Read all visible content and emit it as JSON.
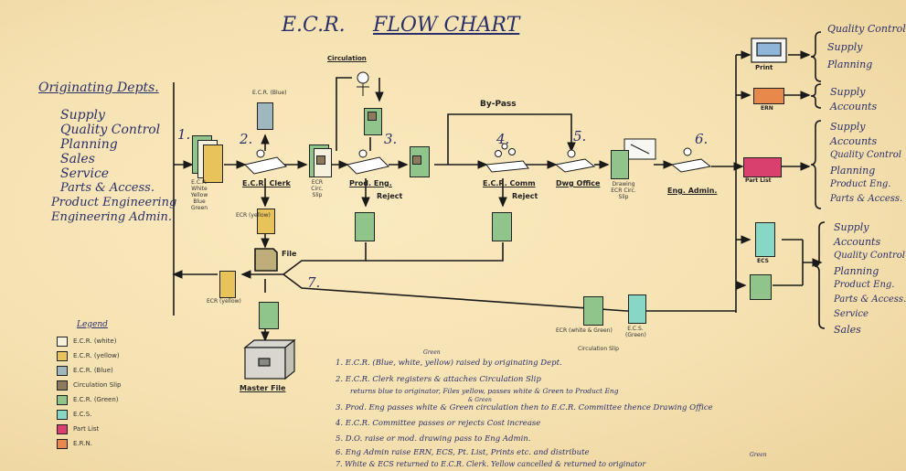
{
  "title": "E.C.R.",
  "title2": "FLOW CHART",
  "originating": {
    "heading": "Originating Depts.",
    "items": [
      "Supply",
      "Quality Control",
      "Planning",
      "Sales",
      "Service",
      "Parts & Access.",
      "Product Engineering",
      "Engineering Admin."
    ]
  },
  "steps": [
    "1.",
    "2.",
    "3.",
    "4.",
    "5.",
    "6.",
    "7."
  ],
  "nodes": {
    "ecr_clerk": "E.C.R. Clerk",
    "prod_eng": "Prod. Eng.",
    "ecr_comm": "E.C.R. Comm",
    "dwg_office": "Dwg Office",
    "eng_admin": "Eng. Admin.",
    "file": "File",
    "master_file": "Master File",
    "circulation": "Circulation",
    "bypass": "By-Pass",
    "reject1": "Reject",
    "reject2": "Reject",
    "print": "Print",
    "ern": "ERN",
    "part_list": "Part List",
    "ecs": "ECS"
  },
  "small_labels": {
    "ecr_blue": "E.C.R. (Blue)",
    "ecr_yellow": "ECR (yellow)",
    "ecr_wyg": "E.C.R. White Yellow Blue Green",
    "ecr_circ": "ECR Circ. Slip",
    "drawing_slip": "Drawing ECR Circ. Slip",
    "ecr_white_green": "ECR (white & Green)",
    "ecs_green": "E.C.S. (Green)",
    "ecr_yellow2": "ECR (yellow)",
    "circulation_slip": "Circulation Slip",
    "green_a": "Green",
    "green_b": "Green"
  },
  "outputs": [
    {
      "items": [
        "Quality Control",
        "Supply",
        "Planning"
      ]
    },
    {
      "items": [
        "Supply",
        "Accounts"
      ]
    },
    {
      "items": [
        "Supply",
        "Accounts",
        "Quality Control",
        "Planning",
        "Product Eng.",
        "Parts & Access."
      ]
    },
    {
      "items": [
        "Supply",
        "Accounts",
        "Quality Control",
        "Planning",
        "Product Eng.",
        "Parts & Access.",
        "Service",
        "Sales"
      ]
    }
  ],
  "legend": {
    "heading": "Legend",
    "items": [
      {
        "label": "E.C.R. (white)",
        "color": "#f6f1dc"
      },
      {
        "label": "E.C.R. (yellow)",
        "color": "#e8c35a"
      },
      {
        "label": "E.C.R. (Blue)",
        "color": "#9fb8c0"
      },
      {
        "label": "Circulation Slip",
        "color": "#8c7a5e"
      },
      {
        "label": "E.C.R. (Green)",
        "color": "#8fc48a"
      },
      {
        "label": "E.C.S.",
        "color": "#88d6c4"
      },
      {
        "label": "Part List",
        "color": "#d9406e"
      },
      {
        "label": "E.R.N.",
        "color": "#e8884a"
      }
    ]
  },
  "notes": [
    "1.  E.C.R. (Blue, white, yellow) raised by originating Dept.",
    "2.  E.C.R. Clerk registers & attaches Circulation Slip",
    "returns blue to originator, Files yellow, passes white & Green to Product Eng",
    "3.  Prod. Eng passes white & Green circulation then to E.C.R. Committee thence Drawing Office",
    "4.  E.C.R. Committee passes or rejects Cost increase",
    "5.  D.O. raise or mod. drawing pass to Eng Admin.",
    "6.  Eng Admin raise ERN, ECS, Pt. List, Prints etc. and distribute",
    "7.  White & ECS returned to E.C.R. Clerk. Yellow cancelled & returned to originator"
  ],
  "note_annotations": {
    "green_above": "Green",
    "green_inline": "& Green",
    "green_right": "Green"
  },
  "colors": {
    "ink": "#2a2f6a",
    "line": "#1a1a1a",
    "paper": "#f5e2b2"
  }
}
